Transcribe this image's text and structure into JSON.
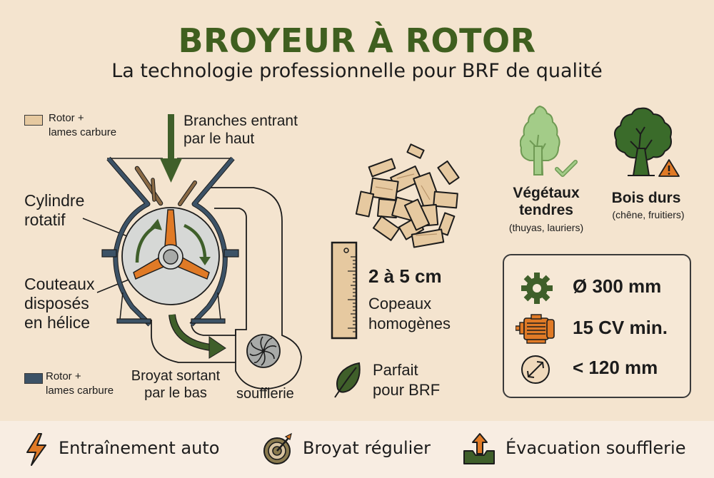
{
  "header": {
    "title": "BROYEUR À ROTOR",
    "subtitle": "La technologie professionnelle pour BRF de qualité"
  },
  "diagram": {
    "legend_top": {
      "swatch_color": "#e6c9a0",
      "line1": "Rotor +",
      "line2": "lames carbure"
    },
    "legend_bottom": {
      "swatch_color": "#3c5266",
      "line1": "Rotor +",
      "line2": "lames carbure"
    },
    "inlet_label": {
      "line1": "Branches entrant",
      "line2": "par le haut"
    },
    "cylinder_label": {
      "line1": "Cylindre",
      "line2": "rotatif"
    },
    "knives_label": {
      "line1": "Couteaux",
      "line2": "disposés",
      "line3": "en hélice"
    },
    "outlet_label": {
      "line1": "Broyat sortant",
      "line2": "par le bas"
    },
    "blower_label": "soufflerie",
    "colors": {
      "housing": "#3c5266",
      "rotor_disc": "#d6d8d6",
      "blades": "#e07a26",
      "arrows": "#3f5f2a",
      "branches": "#8a6a45"
    }
  },
  "chips": {
    "size": "2 à 5 cm",
    "desc_line1": "Copeaux",
    "desc_line2": "homogènes",
    "brf_line1": "Parfait",
    "brf_line2": "pour BRF"
  },
  "wood_types": [
    {
      "icon": "tree-light-check",
      "title_line1": "Végétaux",
      "title_line2": "tendres",
      "note": "(thuyas, lauriers)",
      "status": "ok"
    },
    {
      "icon": "tree-dark-warning",
      "title_line1": "Bois durs",
      "title_line2": "",
      "note": "(chêne, fruitiers)",
      "status": "warning"
    }
  ],
  "specs": [
    {
      "icon": "gear-icon",
      "value": "Ø 300 mm"
    },
    {
      "icon": "motor-icon",
      "value": "15 CV min."
    },
    {
      "icon": "diameter-icon",
      "value": "< 120 mm"
    }
  ],
  "features": [
    {
      "icon": "lightning-icon",
      "label": "Entraînement auto"
    },
    {
      "icon": "target-icon",
      "label": "Broyat régulier"
    },
    {
      "icon": "upload-tray-icon",
      "label": "Évacuation soufflerie"
    }
  ]
}
